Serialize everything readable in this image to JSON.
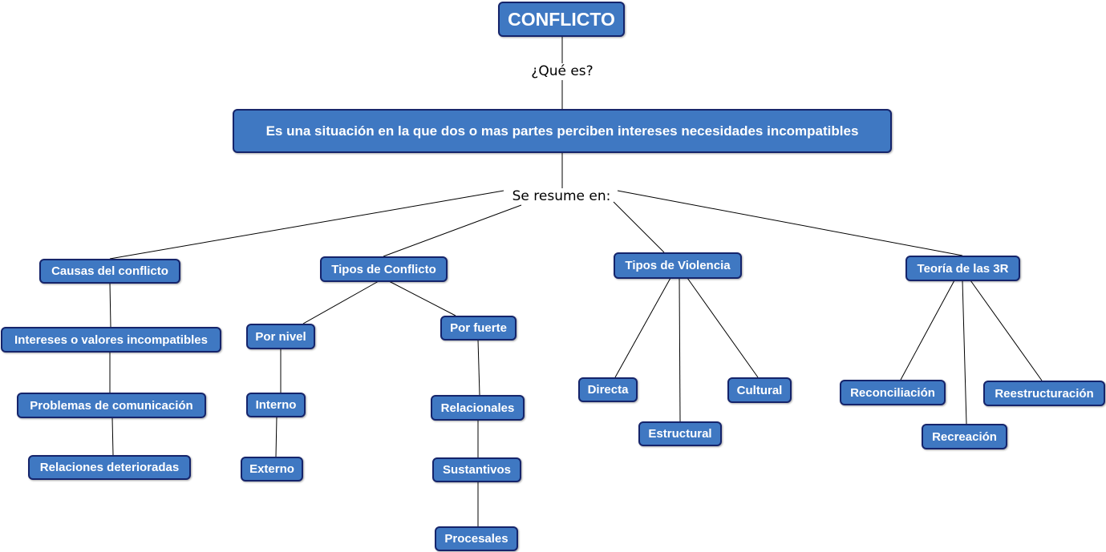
{
  "root": "CONFLICTO",
  "link_labels": {
    "what": "¿Qué es?",
    "summary": "Se resume en:"
  },
  "definition": "Es una situación en la que dos o mas partes perciben intereses necesidades incompatibles",
  "branches": {
    "causas": {
      "title": "Causas del conflicto",
      "items": [
        "Intereses o valores incompatibles",
        "Problemas de comunicación",
        "Relaciones deterioradas"
      ]
    },
    "tipos_conflicto": {
      "title": "Tipos de Conflicto",
      "por_nivel": {
        "title": "Por nivel",
        "items": [
          "Interno",
          "Externo"
        ]
      },
      "por_fuerte": {
        "title": "Por fuerte",
        "items": [
          "Relacionales",
          "Sustantivos",
          "Procesales"
        ]
      }
    },
    "tipos_violencia": {
      "title": "Tipos de Violencia",
      "items": [
        "Directa",
        "Estructural",
        "Cultural"
      ]
    },
    "teoria_3r": {
      "title": "Teoría de las 3R",
      "items": [
        "Reconciliación",
        "Recreación",
        "Reestructuración"
      ]
    }
  },
  "colors": {
    "node_fill": "#3f78c2",
    "node_border": "#15246b"
  }
}
